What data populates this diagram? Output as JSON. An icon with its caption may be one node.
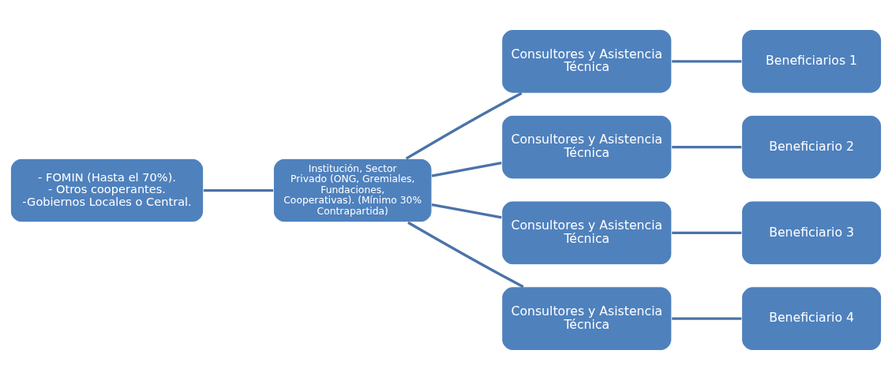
{
  "diagram": {
    "nodes": [
      {
        "text": [
          "- FOMIN (Hasta el 70%).",
          "- Otros cooperantes.",
          "-Gobiernos Locales o Central."
        ]
      },
      {
        "text": [
          "Institución, Sector Privado (ONG, Gremiales, Fundaciones, Cooperativas). (Mínimo 30% Contrapartida)"
        ]
      },
      {
        "text": [
          "Consultores y Asistencia Técnica"
        ]
      },
      {
        "text": [
          "Consultores y Asistencia Técnica"
        ]
      },
      {
        "text": [
          "Consultores y Asistencia Técnica"
        ]
      },
      {
        "text": [
          "Consultores y Asistencia Técnica"
        ]
      },
      {
        "text": [
          "Beneficiarios 1"
        ]
      },
      {
        "text": [
          "Beneficiario 2"
        ]
      },
      {
        "text": [
          "Beneficiario 3"
        ]
      },
      {
        "text": [
          "Beneficiario 4"
        ]
      }
    ],
    "edges": [
      {
        "from": 0,
        "to": 1,
        "arrow": "none"
      },
      {
        "from": 1,
        "to": 2,
        "arrow": "none"
      },
      {
        "from": 1,
        "to": 3,
        "arrow": "none"
      },
      {
        "from": 1,
        "to": 4,
        "arrow": "none"
      },
      {
        "from": 1,
        "to": 5,
        "arrow": "none"
      },
      {
        "from": 2,
        "to": 6,
        "arrow": "none"
      },
      {
        "from": 3,
        "to": 7,
        "arrow": "none"
      },
      {
        "from": 4,
        "to": 8,
        "arrow": "none"
      },
      {
        "from": 5,
        "to": 9,
        "arrow": "none"
      }
    ]
  }
}
